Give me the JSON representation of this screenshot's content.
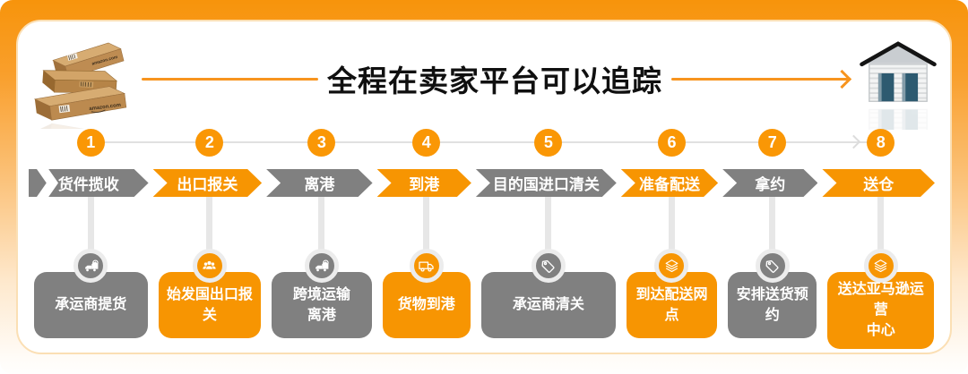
{
  "header": {
    "title": "全程在卖家平台可以追踪",
    "left_illustration": "amazon-package-boxes",
    "right_illustration": "warehouse-building"
  },
  "colors": {
    "accent_orange": "#F79502",
    "step_gray": "#808080",
    "number_circle_orange": "#FA9705",
    "connector_gray": "#E1E1E1",
    "title_black": "#101010"
  },
  "steps": [
    {
      "number": "1",
      "stage": "货件揽收",
      "detail": "承运商提货",
      "icon": "truck-plus-icon",
      "highlighted": false
    },
    {
      "number": "2",
      "stage": "出口报关",
      "detail": "始发国出口报关",
      "icon": "people-group-icon",
      "highlighted": true
    },
    {
      "number": "3",
      "stage": "离港",
      "detail": "跨境运输\n离港",
      "icon": "truck-plus-icon",
      "highlighted": false
    },
    {
      "number": "4",
      "stage": "到港",
      "detail": "货物到港",
      "icon": "truck-icon",
      "highlighted": true
    },
    {
      "number": "5",
      "stage": "目的国进口清关",
      "detail": "承运商清关",
      "icon": "tag-icon",
      "highlighted": false
    },
    {
      "number": "6",
      "stage": "准备配送",
      "detail": "到达配送网点",
      "icon": "stacked-layers-icon",
      "highlighted": true
    },
    {
      "number": "7",
      "stage": "拿约",
      "detail": "安排送货预约",
      "icon": "tag-icon",
      "highlighted": false
    },
    {
      "number": "8",
      "stage": "送仓",
      "detail": "送达亚马逊运营\n中心",
      "icon": "stacked-layers-icon",
      "highlighted": true
    }
  ]
}
